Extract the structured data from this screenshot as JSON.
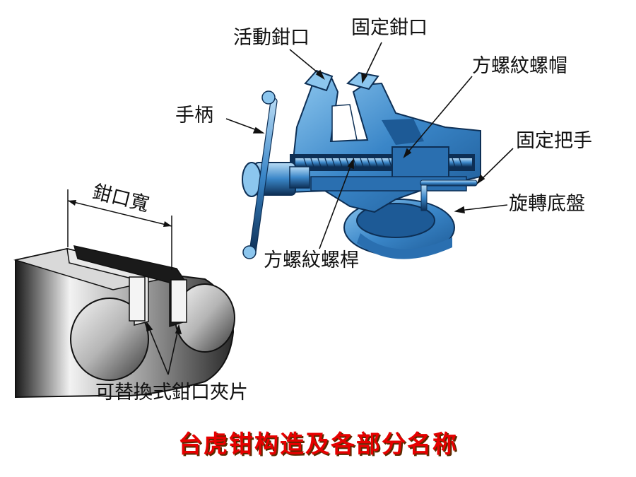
{
  "labels": {
    "movable_jaw": "活動鉗口",
    "fixed_jaw": "固定鉗口",
    "square_thread_nut": "方螺紋螺帽",
    "handle": "手柄",
    "fixed_grip": "固定把手",
    "swivel_base": "旋轉底盤",
    "square_thread_screw": "方螺紋螺桿",
    "jaw_width": "鉗口寬",
    "replaceable_jaw_plates": "可替換式鉗口夾片"
  },
  "title": "台虎钳构造及各部分名称",
  "colors": {
    "vise_blue": "#3a86c8",
    "vise_dark": "#0d2f55",
    "vise_light": "#8cc6ee",
    "title_red": "#e60000"
  }
}
